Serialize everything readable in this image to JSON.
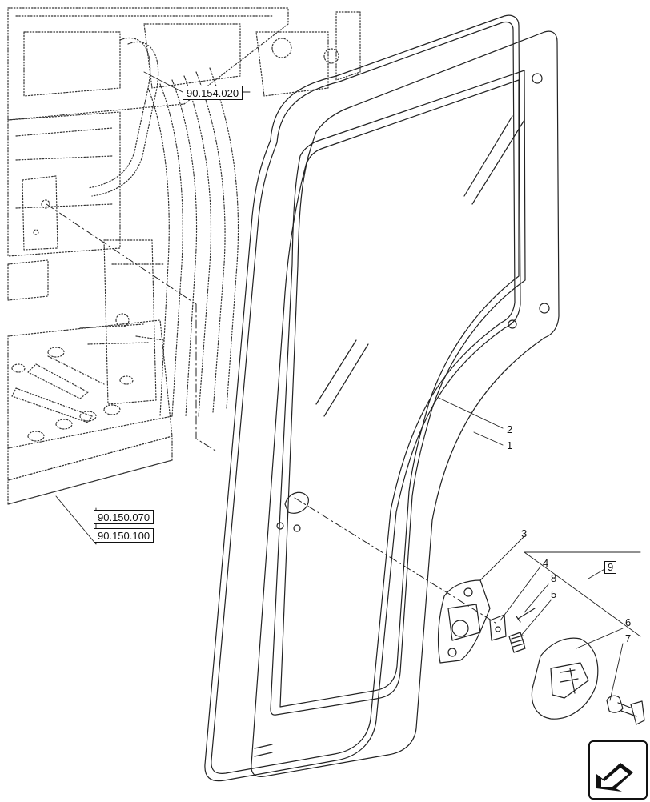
{
  "references": {
    "cab_frame": "90.154.020",
    "floor_a": "90.150.070",
    "floor_b": "90.150.100"
  },
  "callouts": {
    "p1": "1",
    "p2": "2",
    "p3": "3",
    "p4": "4",
    "p5": "5",
    "p6": "6",
    "p7": "7",
    "p8": "8",
    "kit": "9"
  },
  "nav": {
    "icon": "arrow-next-icon"
  }
}
